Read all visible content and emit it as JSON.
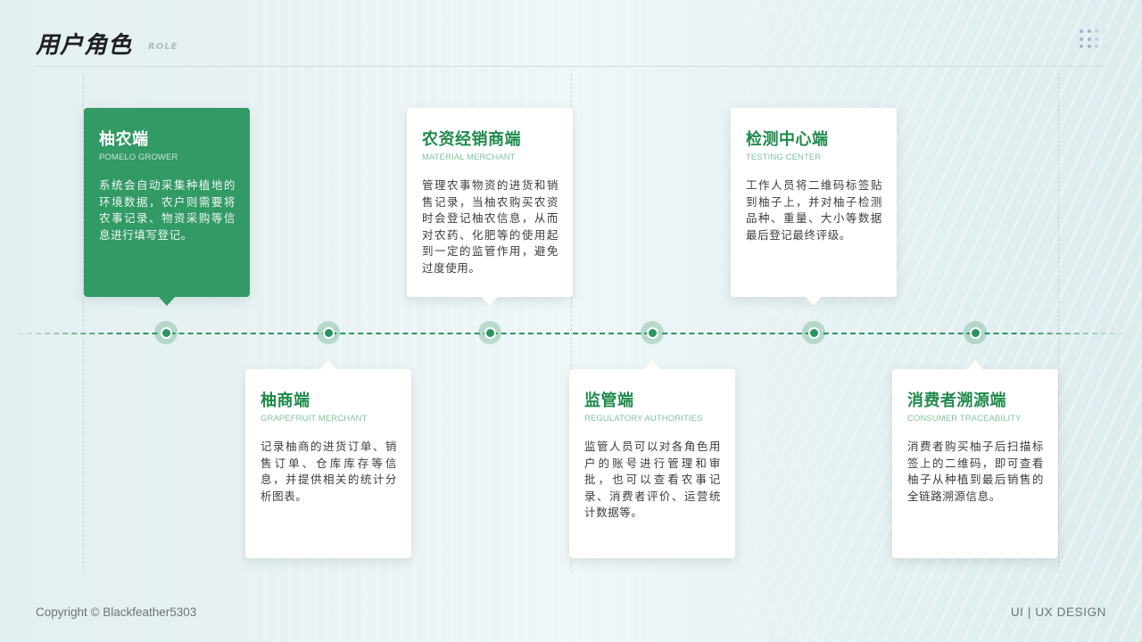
{
  "header": {
    "title": "用户角色",
    "subtitle": "ROLE"
  },
  "colors": {
    "accent_green": "#2e9463",
    "card_active_bg": "#329a64",
    "title_green": "#1f8a4c"
  },
  "roles": [
    {
      "title": "柚农端",
      "subtitle": "POMELO GROWER",
      "description": "系统会自动采集种植地的环境数据，农户则需要将农事记录、物资采购等信息进行填写登记。",
      "position": "top",
      "active": true
    },
    {
      "title": "柚商端",
      "subtitle": "GRAPEFRUIT MERCHANT",
      "description": "记录柚商的进货订单、销售订单、仓库库存等信息，并提供相关的统计分析图表。",
      "position": "bottom",
      "active": false
    },
    {
      "title": "农资经销商端",
      "subtitle": "MATERIAL MERCHANT",
      "description": "管理农事物资的进货和销售记录，当柚农购买农资时会登记柚农信息，从而对农药、化肥等的使用起到一定的监管作用，避免过度使用。",
      "position": "top",
      "active": false
    },
    {
      "title": "监管端",
      "subtitle": "REGULATORY AUTHORITIES",
      "description": "监管人员可以对各角色用户的账号进行管理和审批，也可以查看农事记录、消费者评价、运营统计数据等。",
      "position": "bottom",
      "active": false
    },
    {
      "title": "检测中心端",
      "subtitle": "TESTING CENTER",
      "description": "工作人员将二维码标签贴到柚子上，并对柚子检测品种、重量、大小等数据最后登记最终评级。",
      "position": "top",
      "active": false
    },
    {
      "title": "消费者溯源端",
      "subtitle": "CONSUMER TRACEABILITY",
      "description": "消费者购买柚子后扫描标签上的二维码，即可查看柚子从种植到最后销售的全链路溯源信息。",
      "position": "bottom",
      "active": false
    }
  ],
  "footer": {
    "copyright": "Copyright © Blackfeather5303",
    "tagline": "UI | UX DESIGN"
  }
}
